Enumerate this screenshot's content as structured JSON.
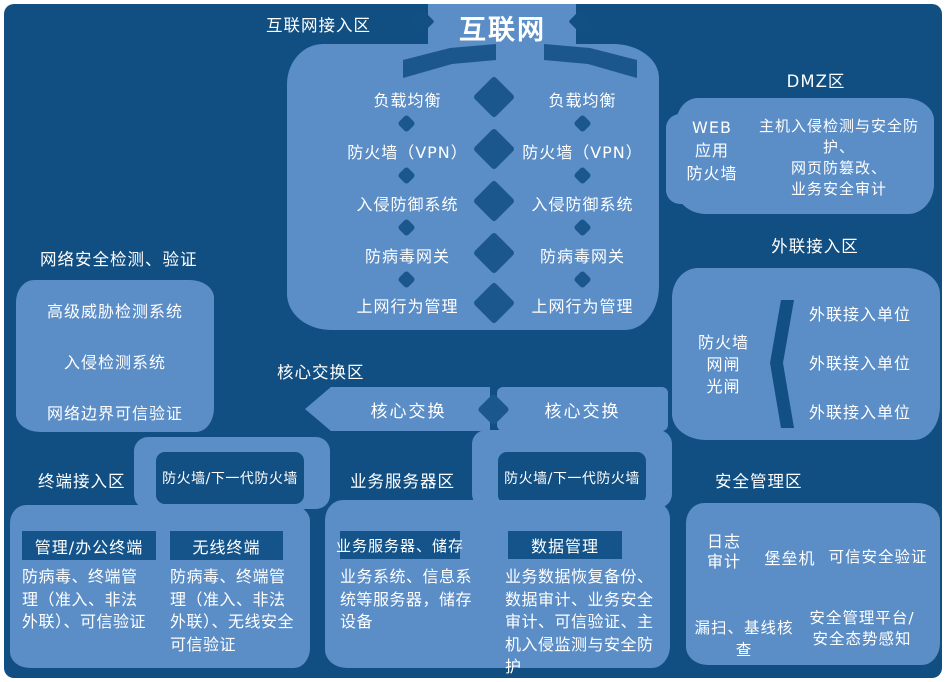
{
  "colors": {
    "background": "#114e81",
    "panel": "#5b8dc6",
    "accent": "#1b578c",
    "dark_tab": "#124f83",
    "text": "#ffffff"
  },
  "internet_zone": {
    "label": "互联网接入区",
    "title": "互联网",
    "chain_items": [
      "负载均衡",
      "防火墙（VPN）",
      "入侵防御系统",
      "防病毒网关",
      "上网行为管理"
    ]
  },
  "dmz_zone": {
    "label": "DMZ区",
    "device": "WEB\n应用\n防火墙",
    "services": "主机入侵检测与安全防护、\n网页防篡改、\n业务安全审计"
  },
  "external_zone": {
    "label": "外联接入区",
    "devices": "防火墙\n网闸\n光闸",
    "units": [
      "外联接入单位",
      "外联接入单位",
      "外联接入单位"
    ]
  },
  "detection_zone": {
    "label": "网络安全检测、验证",
    "items": [
      "高级威胁检测系统",
      "入侵检测系统",
      "网络边界可信验证"
    ]
  },
  "core_zone": {
    "label": "核心交换区",
    "switches": [
      "核心交换",
      "核心交换"
    ]
  },
  "terminal_zone": {
    "label": "终端接入区",
    "firewall_label": "防火墙/下一代防火墙",
    "groups": [
      {
        "title": "管理/办公终端",
        "desc": "防病毒、终端管理（准入、非法外联）、可信验证"
      },
      {
        "title": "无线终端",
        "desc": "防病毒、终端管理（准入、非法外联）、无线安全可信验证"
      }
    ]
  },
  "server_zone": {
    "label": "业务服务器区",
    "firewall_label": "防火墙/下一代防火墙",
    "groups": [
      {
        "title": "业务服务器、储存",
        "desc": "业务系统、信息系统等服务器，储存设备"
      },
      {
        "title": "数据管理",
        "desc": "业务数据恢复备份、数据审计、业务安全审计、可信验证、主机入侵监测与安全防护"
      }
    ]
  },
  "management_zone": {
    "label": "安全管理区",
    "log_audit": "日志\n审计",
    "bastion": "堡垒机",
    "trusted": "可信安全验证",
    "scan": "漏扫、基线核查",
    "platform": "安全管理平台/\n安全态势感知"
  }
}
